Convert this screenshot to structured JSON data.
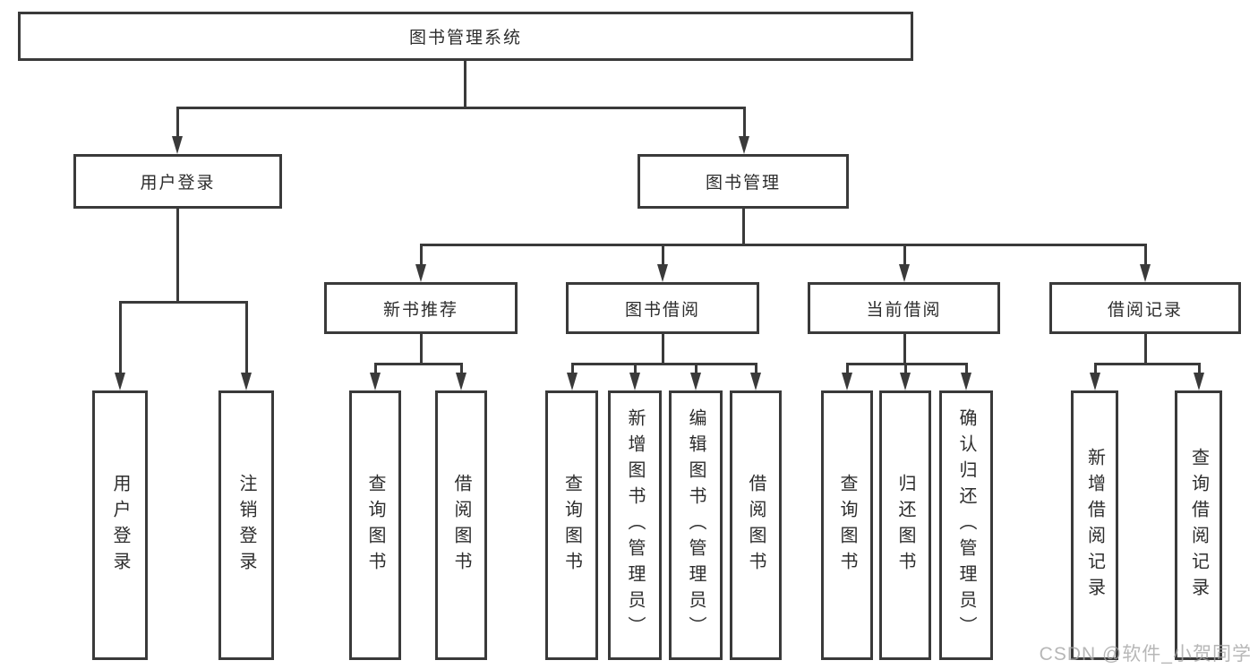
{
  "diagram": {
    "title": "图书管理系统",
    "root": {
      "label": "图书管理系统"
    },
    "level2": [
      {
        "id": "user-login",
        "label": "用户登录"
      },
      {
        "id": "book-management",
        "label": "图书管理"
      }
    ],
    "level3": [
      {
        "id": "new-book-recommend",
        "label": "新书推荐",
        "parent": "图书管理"
      },
      {
        "id": "book-borrowing",
        "label": "图书借阅",
        "parent": "图书管理"
      },
      {
        "id": "current-borrowing",
        "label": "当前借阅",
        "parent": "图书管理"
      },
      {
        "id": "borrowing-records",
        "label": "借阅记录",
        "parent": "图书管理"
      }
    ],
    "leaves": [
      {
        "label": "用户登录",
        "parent": "用户登录"
      },
      {
        "label": "注销登录",
        "parent": "用户登录"
      },
      {
        "label": "查询图书",
        "parent": "新书推荐"
      },
      {
        "label": "借阅图书",
        "parent": "新书推荐"
      },
      {
        "label": "查询图书",
        "parent": "图书借阅"
      },
      {
        "label": "新增图书（管理员）",
        "parent": "图书借阅"
      },
      {
        "label": "编辑图书（管理员）",
        "parent": "图书借阅"
      },
      {
        "label": "借阅图书",
        "parent": "图书借阅"
      },
      {
        "label": "查询图书",
        "parent": "当前借阅"
      },
      {
        "label": "归还图书",
        "parent": "当前借阅"
      },
      {
        "label": "确认归还（管理员）",
        "parent": "当前借阅"
      },
      {
        "label": "新增借阅记录",
        "parent": "借阅记录"
      },
      {
        "label": "查询借阅记录",
        "parent": "借阅记录"
      }
    ]
  },
  "watermark": {
    "text": "CSDN @软件_小贺同学"
  },
  "colors": {
    "line": "#3a3a3a",
    "text": "#2d2d2d",
    "background": "#ffffff",
    "watermark": "rgba(165,165,165,0.8)"
  }
}
